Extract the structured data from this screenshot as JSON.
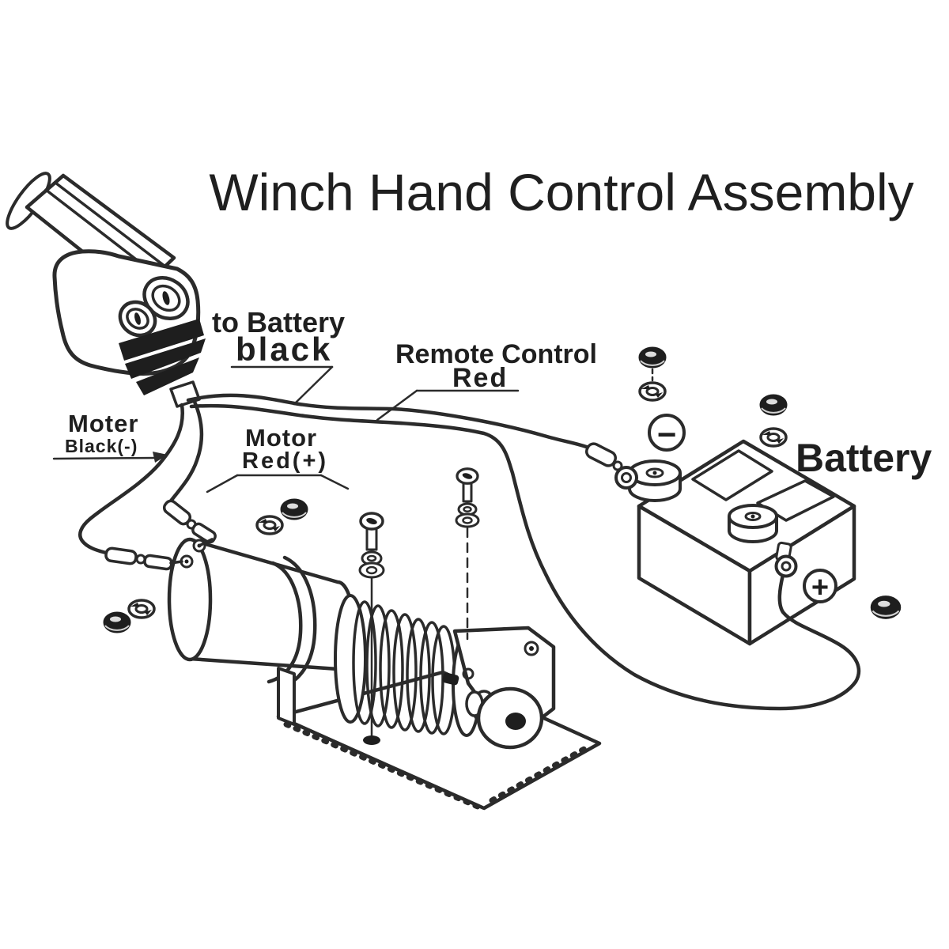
{
  "title": "Winch Hand Control Assembly",
  "labels": {
    "to_battery": "to Battery",
    "black": "black",
    "remote_control": "Remote Control",
    "red": "Red",
    "motor_black_line1": "Moter",
    "motor_black_line2": "Black(-)",
    "motor_red_line1": "Motor",
    "motor_red_line2": "Red(+)",
    "battery": "Battery",
    "negative_symbol": "−",
    "positive_symbol": "+"
  },
  "colors": {
    "line": "#2b2b2b",
    "dark_fill": "#1e1e1e",
    "background": "#ffffff"
  }
}
